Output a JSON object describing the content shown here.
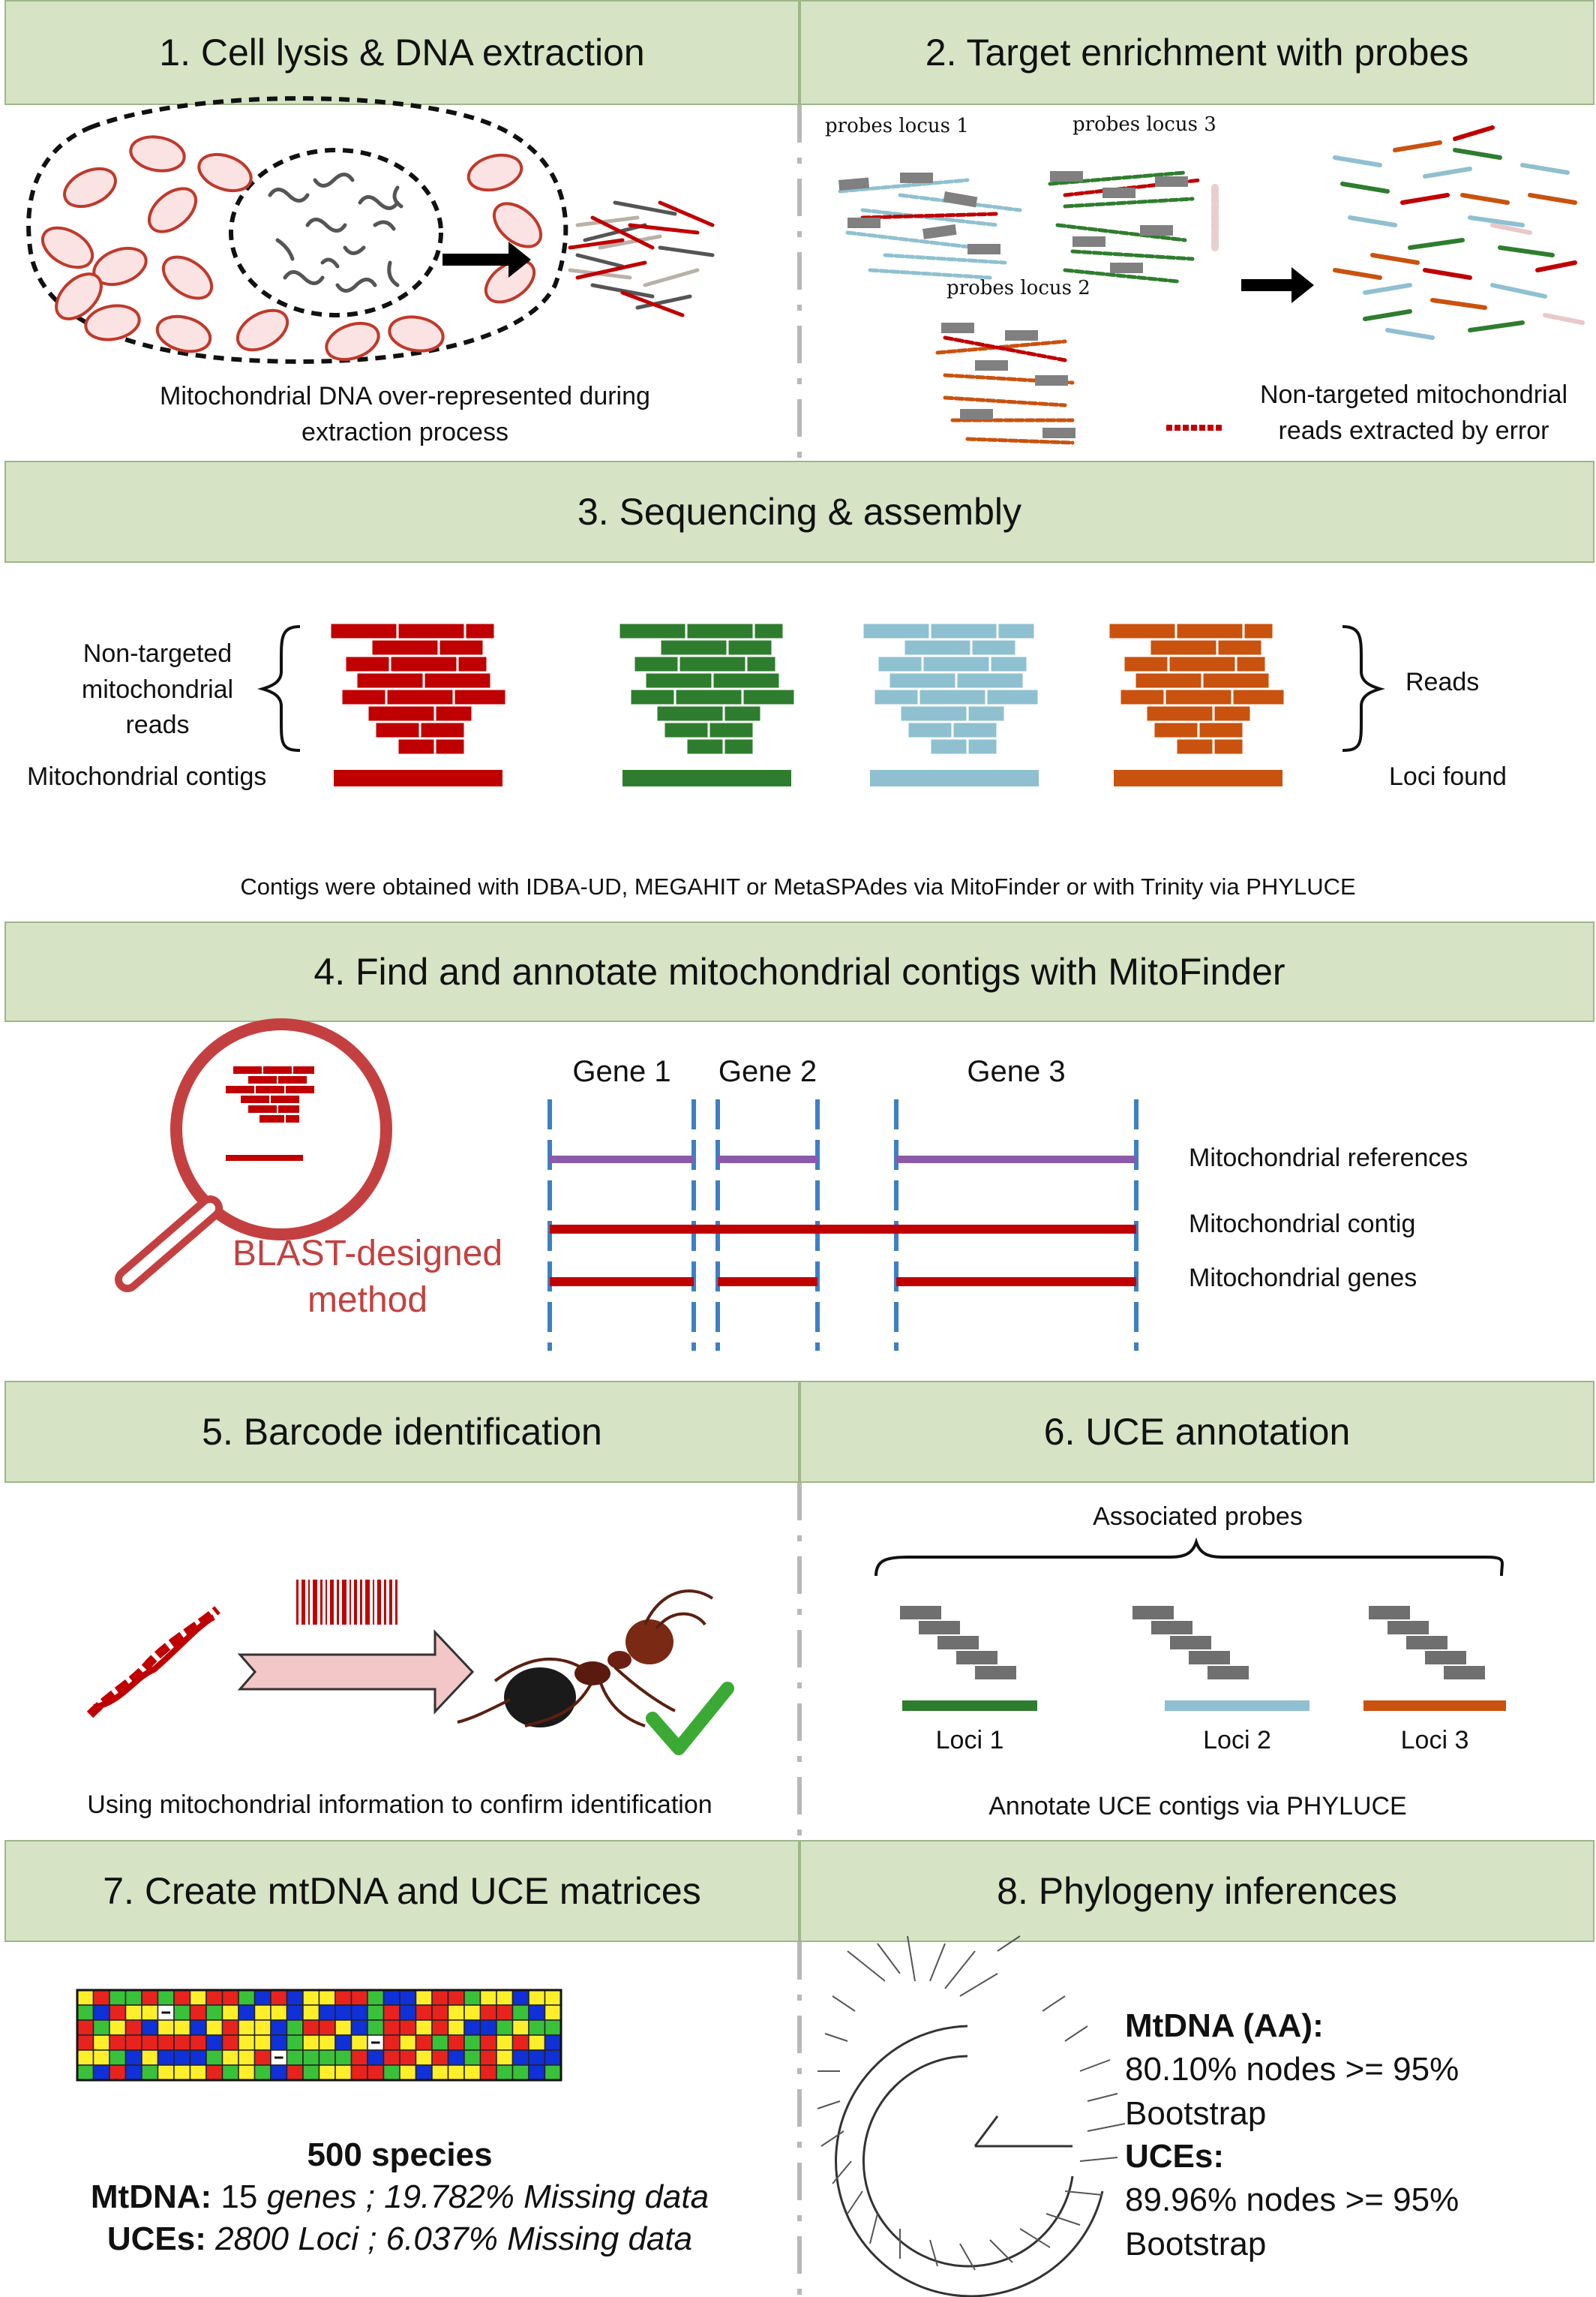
{
  "panels": {
    "p1": {
      "title": "1. Cell lysis & DNA extraction",
      "caption_1": "Mitochondrial DNA over-represented during",
      "caption_2": "extraction process"
    },
    "p2": {
      "title": "2. Target enrichment with probes",
      "probe_1": "probes locus 1",
      "probe_2": "probes locus 2",
      "probe_3": "probes locus 3",
      "note_1": "Non-targeted mitochondrial",
      "note_2": "reads extracted by error"
    },
    "p3": {
      "title": "3. Sequencing & assembly",
      "left_1": "Non-targeted",
      "left_2": "mitochondrial",
      "left_3": "reads",
      "contigs": "Mitochondrial contigs",
      "reads": "Reads",
      "loci": "Loci found",
      "caption": "Contigs were obtained with IDBA-UD, MEGAHIT or MetaSPAdes via MitoFinder or with Trinity via PHYLUCE"
    },
    "p4": {
      "title": "4. Find and annotate mitochondrial contigs with MitoFinder",
      "method_1": "BLAST-designed",
      "method_2": "method",
      "gene_1": "Gene 1",
      "gene_2": "Gene 2",
      "gene_3": "Gene 3",
      "refs": "Mitochondrial references",
      "contig": "Mitochondrial contig",
      "genes": "Mitochondrial genes"
    },
    "p5": {
      "title": "5. Barcode identification",
      "caption": "Using mitochondrial information to confirm identification"
    },
    "p6": {
      "title": "6. UCE annotation",
      "probes": "Associated probes",
      "loci_1": "Loci 1",
      "loci_2": "Loci 2",
      "loci_3": "Loci 3",
      "caption": "Annotate UCE contigs via PHYLUCE"
    },
    "p7": {
      "title": "7. Create mtDNA and UCE matrices",
      "species": "500 species",
      "mt_label": "MtDNA:",
      "mt_value": "15",
      "mt_rest": "genes ; 19.782% Missing data",
      "uce_label": "UCEs:",
      "uce_rest": "2800 Loci ; 6.037% Missing data"
    },
    "p8": {
      "title": "8. Phylogeny inferences",
      "mt_title": "MtDNA (AA):",
      "mt_stat": "80.10% nodes >= 95% Bootstrap",
      "uce_title": "UCEs:",
      "uce_stat": "89.96% nodes >= 95% Bootstrap"
    }
  },
  "colors": {
    "header_bg": "#d6e3c4",
    "mito_red": "#c00000",
    "green": "#2e7d2e",
    "light_blue": "#8fc0d0",
    "orange": "#c9520e",
    "purple": "#8a5aa8",
    "gene_blue": "#3f7fc4",
    "probe_grey": "#6f6f6f",
    "blast_red": "#c44040"
  },
  "icons": [
    "magnifier-icon",
    "barcode-icon",
    "ant-icon",
    "checkmark-icon",
    "dna-helix-icon",
    "phylogeny-tree-icon"
  ]
}
